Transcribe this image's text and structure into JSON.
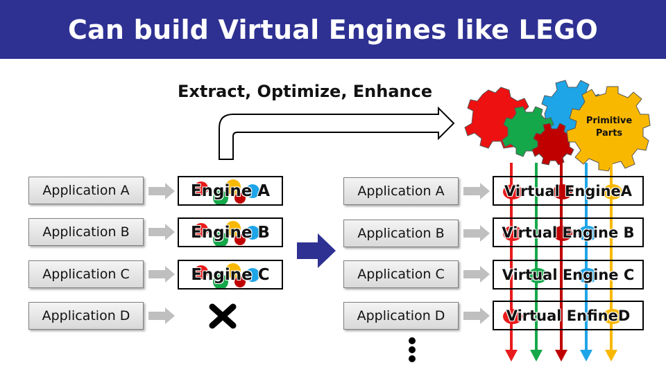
{
  "title": "Can build Virtual Engines like LEGO",
  "caption": "Extract, Optimize, Enhance",
  "primitive_parts": {
    "line1": "Primitive",
    "line2": "Parts"
  },
  "left_apps": [
    "Application A",
    "Application B",
    "Application C",
    "Application D"
  ],
  "engines": [
    "Engine A",
    "Engine B",
    "Engine C"
  ],
  "right_apps": [
    "Application A",
    "Application B",
    "Application C",
    "Application D"
  ],
  "virtual_engines": [
    "Virtual EngineA",
    "Virtual Engine B",
    "Virtual Engine C",
    "Virtual EnfineD"
  ],
  "colors": {
    "title_bg": "#2e3192",
    "red": "#e81c1c",
    "green": "#15a84a",
    "dark_red": "#c00000",
    "blue": "#1ea5e8",
    "yellow": "#f9b800",
    "arrow_blue": "#2e3192"
  },
  "icons": [
    "cross-icon",
    "ellipsis-icon",
    "gear-icon",
    "right-arrow-icon"
  ]
}
